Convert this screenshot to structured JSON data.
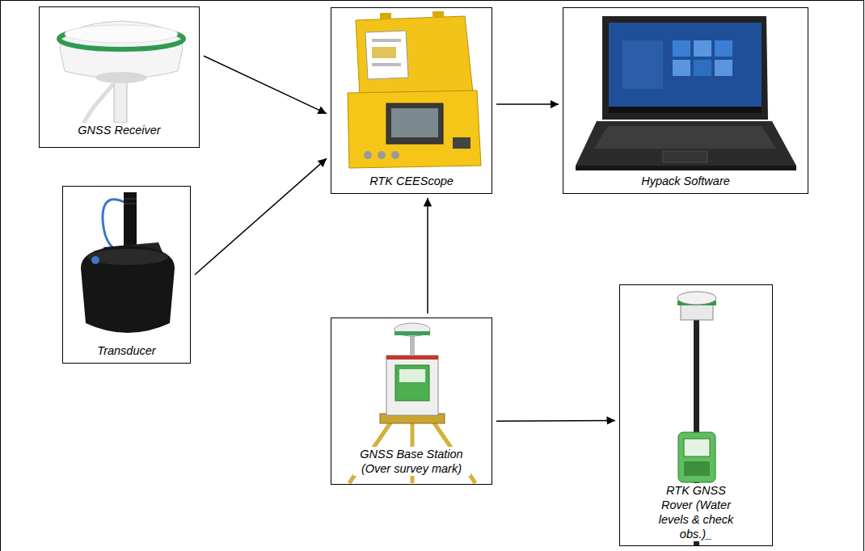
{
  "diagram": {
    "nodes": [
      {
        "text": [
          "GNSS Receiver"
        ]
      },
      {
        "text": [
          "RTK CEEScope"
        ]
      },
      {
        "text": [
          "Hypack Software"
        ]
      },
      {
        "text": [
          "Transducer"
        ]
      },
      {
        "text": [
          "GNSS Base Station (Over survey mark)"
        ]
      },
      {
        "text": [
          "RTK GNSS Rover (Water levels & check obs.)_"
        ]
      }
    ],
    "edges": [
      {
        "from": 0,
        "to": 1,
        "arrow": "to"
      },
      {
        "from": 3,
        "to": 1,
        "arrow": "to"
      },
      {
        "from": 1,
        "to": 2,
        "arrow": "to"
      },
      {
        "from": 4,
        "to": 1,
        "arrow": "to"
      },
      {
        "from": 4,
        "to": 5,
        "arrow": "to"
      }
    ]
  }
}
